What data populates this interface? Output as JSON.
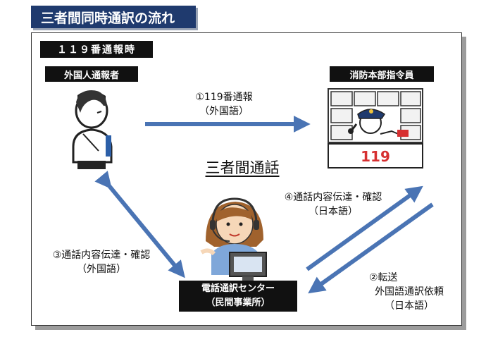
{
  "title": "三者間同時通訳の流れ",
  "situation": "１１９番通報時",
  "nodes": {
    "reporter": "外国人通報者",
    "dispatcher": "消防本部指令員",
    "interpreter_center_line1": "電話通訳センター",
    "interpreter_center_line2": "（民間事業所）"
  },
  "center_label": "三者間通話",
  "dispatcher_desk_number": "119",
  "steps": {
    "s1_line1": "①119番通報",
    "s1_line2": "（外国語）",
    "s2_line1": "②転送",
    "s2_line2": "外国語通訳依頼",
    "s2_line3": "（日本語）",
    "s3_line1": "③通話内容伝達・確認",
    "s3_line2": "（外国語）",
    "s4_line1": "④通話内容伝達・確認",
    "s4_line2": "（日本語）"
  },
  "colors": {
    "title_bg": "#1f3a6e",
    "arrow": "#4a74b4",
    "label_bg": "#111111"
  }
}
